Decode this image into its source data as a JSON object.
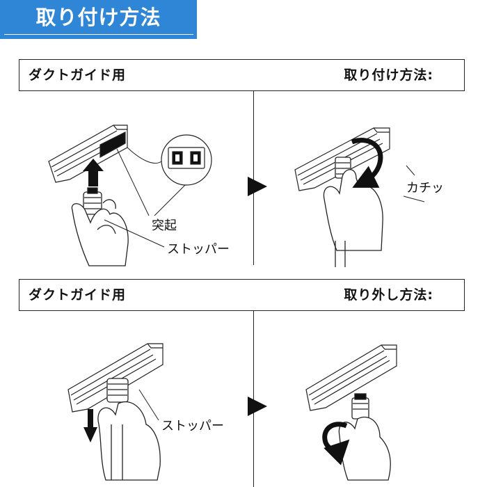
{
  "banner": {
    "title": "取り付け方法"
  },
  "section1": {
    "left_title": "ダクトガイド用",
    "right_title": "取り付け方法:",
    "labels": {
      "protrusion": "突起",
      "stopper": "ストッパー",
      "click": "カチッ"
    }
  },
  "section2": {
    "left_title": "ダクトガイド用",
    "right_title": "取り外し方法:",
    "labels": {
      "stopper": "ストッパー"
    }
  },
  "colors": {
    "banner": "#2f86d6",
    "line": "#222222"
  }
}
